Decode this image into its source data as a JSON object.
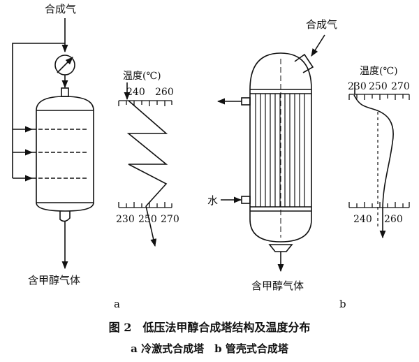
{
  "panel_a": {
    "feed_label": "合成气",
    "product_label": "含甲醇气体",
    "temp_title": "温度(℃)",
    "top_ticks": [
      "240",
      "260"
    ],
    "bottom_ticks": [
      "230",
      "250",
      "270"
    ],
    "panel_letter": "a"
  },
  "panel_b": {
    "feed_label": "合成气",
    "water_label": "水",
    "product_label": "含甲醇气体",
    "temp_title": "温度(℃)",
    "top_ticks": [
      "230",
      "250",
      "270"
    ],
    "bottom_ticks": [
      "240",
      "260"
    ],
    "panel_letter": "b"
  },
  "caption": {
    "line1": "图 2　低压法甲醇合成塔结构及温度分布",
    "line2": "a 冷激式合成塔　b 管壳式合成塔"
  },
  "colors": {
    "ink": "#111111",
    "background": "#ffffff"
  }
}
